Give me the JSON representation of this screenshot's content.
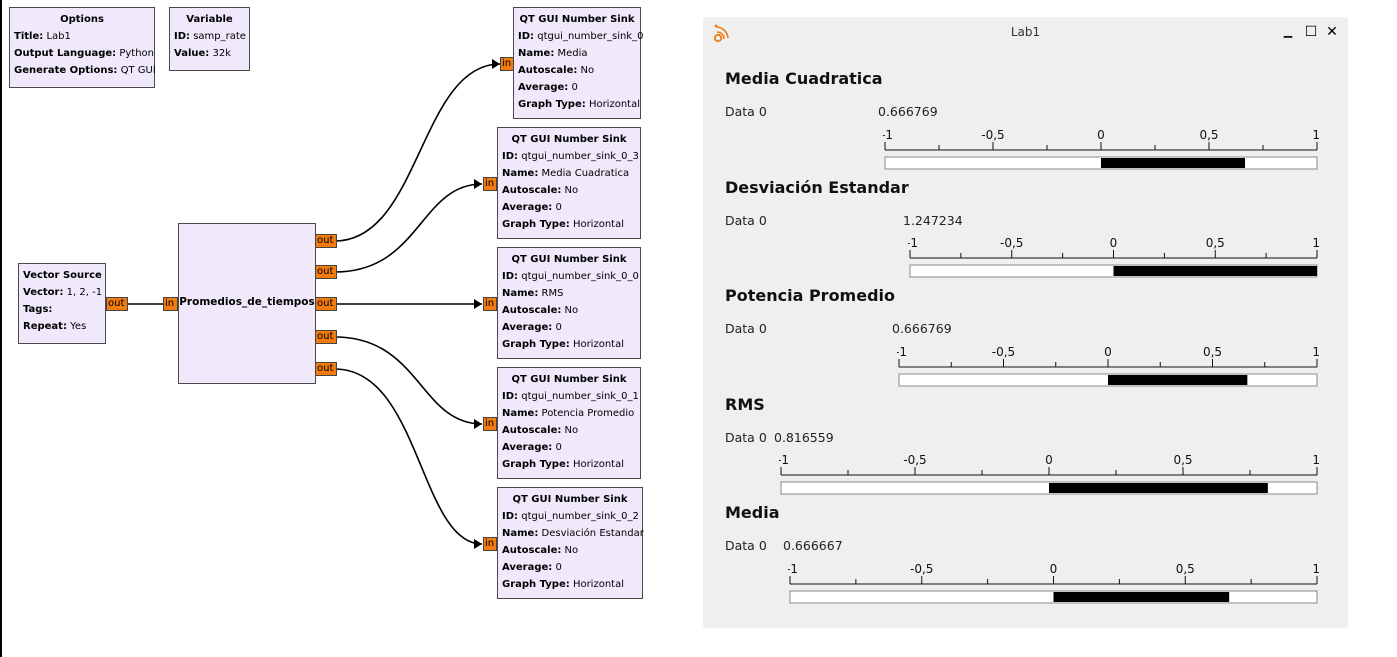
{
  "flowgraph": {
    "options": {
      "title": "Options",
      "rows": [
        {
          "key": "Title:",
          "value": "Lab1"
        },
        {
          "key": "Output Language:",
          "value": "Python"
        },
        {
          "key": "Generate Options:",
          "value": "QT GUI"
        }
      ]
    },
    "variable": {
      "title": "Variable",
      "rows": [
        {
          "key": "ID:",
          "value": "samp_rate"
        },
        {
          "key": "Value:",
          "value": "32k"
        }
      ]
    },
    "vector_source": {
      "title": "Vector Source",
      "rows": [
        {
          "key": "Vector:",
          "value": "1, 2, -1"
        },
        {
          "key": "Tags:",
          "value": ""
        },
        {
          "key": "Repeat:",
          "value": "Yes"
        }
      ],
      "port_out": "out"
    },
    "promedios": {
      "title": "Promedios_de_tiempos",
      "port_in": "in",
      "ports_out": [
        "out",
        "out",
        "out",
        "out",
        "out"
      ]
    },
    "sinks": [
      {
        "title": "QT GUI Number Sink",
        "id": "qtgui_number_sink_0",
        "name": "Media",
        "autoscale": "No",
        "average": "0",
        "graph_type": "Horizontal"
      },
      {
        "title": "QT GUI Number Sink",
        "id": "qtgui_number_sink_0_3",
        "name": "Media Cuadratica",
        "autoscale": "No",
        "average": "0",
        "graph_type": "Horizontal"
      },
      {
        "title": "QT GUI Number Sink",
        "id": "qtgui_number_sink_0_0",
        "name": "RMS",
        "autoscale": "No",
        "average": "0",
        "graph_type": "Horizontal"
      },
      {
        "title": "QT GUI Number Sink",
        "id": "qtgui_number_sink_0_1",
        "name": "Potencia Promedio",
        "autoscale": "No",
        "average": "0",
        "graph_type": "Horizontal"
      },
      {
        "title": "QT GUI Number Sink",
        "id": "qtgui_number_sink_0_2",
        "name": "Desviación Estandar",
        "autoscale": "No",
        "average": "0",
        "graph_type": "Horizontal"
      }
    ],
    "labels": {
      "id": "ID:",
      "name": "Name:",
      "autoscale": "Autoscale:",
      "average": "Average:",
      "graph_type": "Graph Type:",
      "port_in": "in"
    }
  },
  "window": {
    "title": "Lab1",
    "minimize_glyph": "▁",
    "maximize_glyph": "☐",
    "close_glyph": "✕",
    "sections": [
      {
        "title": "Media Cuadratica",
        "data_label": "Data 0",
        "value_text": "0.666769",
        "value": 0.666769
      },
      {
        "title": "Desviación Estandar",
        "data_label": "Data 0",
        "value_text": "1.247234",
        "value": 1.247234
      },
      {
        "title": "Potencia Promedio",
        "data_label": "Data 0",
        "value_text": "0.666769",
        "value": 0.666769
      },
      {
        "title": "RMS",
        "data_label": "Data 0",
        "value_text": "0.816559",
        "value": 0.816559
      },
      {
        "title": "Media",
        "data_label": "Data 0",
        "value_text": "0.666667",
        "value": 0.666667
      }
    ],
    "scale_range": [
      -1,
      1
    ],
    "tick_labels": [
      "-1",
      "-0,5",
      "0",
      "0,5",
      "1"
    ],
    "colors": {
      "bar_fill": "#000000",
      "port": "#f07c10",
      "block_bg": "#efe9fb",
      "window_bg": "#efefef"
    }
  }
}
